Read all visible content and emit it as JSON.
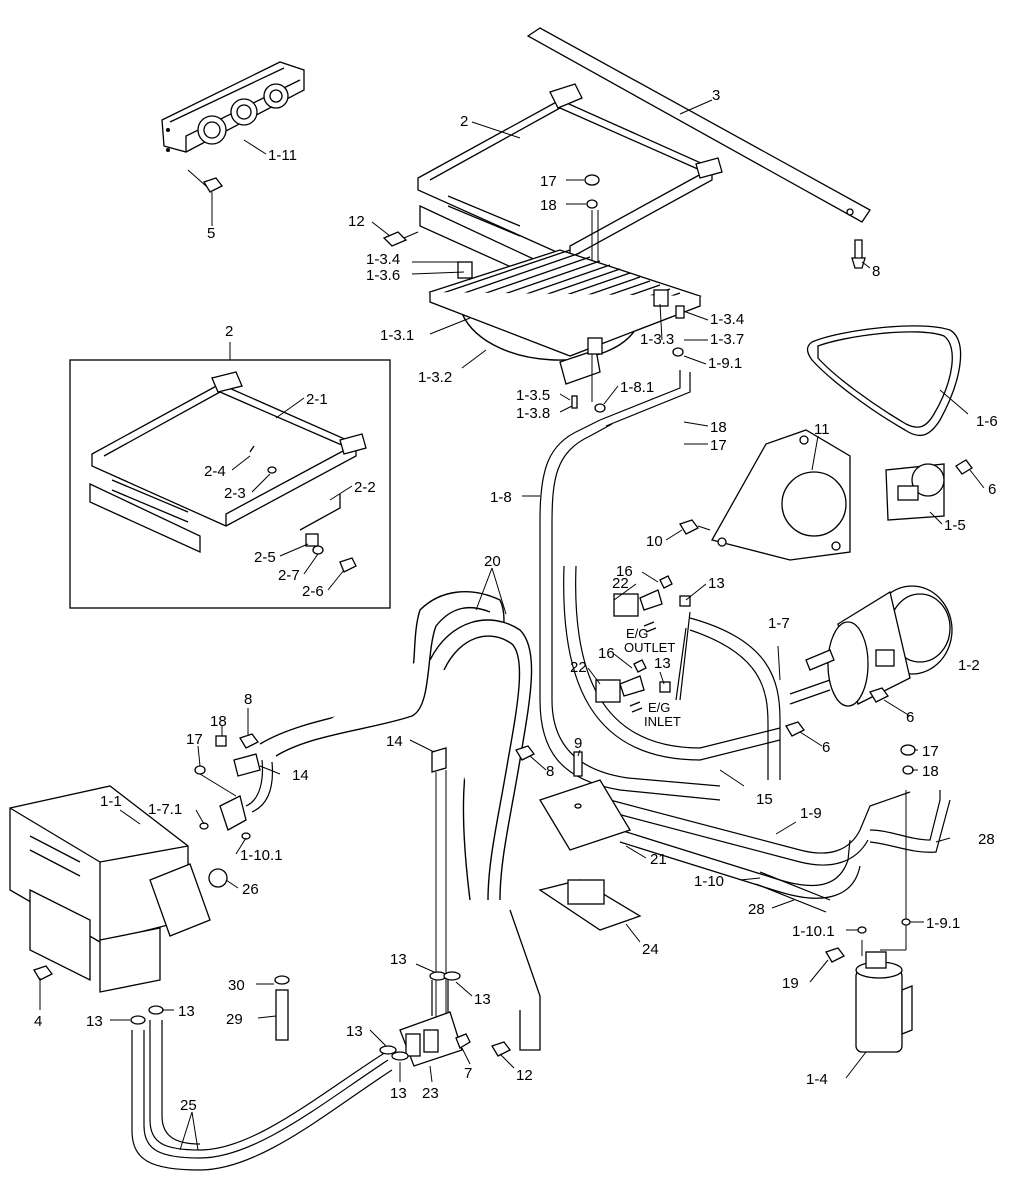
{
  "callouts": [
    {
      "id": "c-1-11",
      "text": "1-11"
    },
    {
      "id": "c-5",
      "text": "5"
    },
    {
      "id": "c-2-top",
      "text": "2"
    },
    {
      "id": "c-3",
      "text": "3"
    },
    {
      "id": "c-17-top",
      "text": "17"
    },
    {
      "id": "c-18-top",
      "text": "18"
    },
    {
      "id": "c-12-top",
      "text": "12"
    },
    {
      "id": "c-1-3-4-a",
      "text": "1-3.4"
    },
    {
      "id": "c-1-3-6",
      "text": "1-3.6"
    },
    {
      "id": "c-8-top",
      "text": "8"
    },
    {
      "id": "c-1-3-4-b",
      "text": "1-3.4"
    },
    {
      "id": "c-1-3-7",
      "text": "1-3.7"
    },
    {
      "id": "c-1-3-1",
      "text": "1-3.1"
    },
    {
      "id": "c-1-3-3",
      "text": "1-3.3"
    },
    {
      "id": "c-1-9-1-top",
      "text": "1-9.1"
    },
    {
      "id": "c-1-3-2",
      "text": "1-3.2"
    },
    {
      "id": "c-1-3-5",
      "text": "1-3.5"
    },
    {
      "id": "c-1-8-1",
      "text": "1-8.1"
    },
    {
      "id": "c-1-3-8",
      "text": "1-3.8"
    },
    {
      "id": "c-18-mid",
      "text": "18"
    },
    {
      "id": "c-17-mid",
      "text": "17"
    },
    {
      "id": "c-1-6",
      "text": "1-6"
    },
    {
      "id": "c-11",
      "text": "11"
    },
    {
      "id": "c-6-a",
      "text": "6"
    },
    {
      "id": "c-1-5",
      "text": "1-5"
    },
    {
      "id": "c-1-8",
      "text": "1-8"
    },
    {
      "id": "c-10",
      "text": "10"
    },
    {
      "id": "c-2-inset",
      "text": "2"
    },
    {
      "id": "c-2-1",
      "text": "2-1"
    },
    {
      "id": "c-2-4",
      "text": "2-4"
    },
    {
      "id": "c-2-3",
      "text": "2-3"
    },
    {
      "id": "c-2-2",
      "text": "2-2"
    },
    {
      "id": "c-2-5",
      "text": "2-5"
    },
    {
      "id": "c-2-7",
      "text": "2-7"
    },
    {
      "id": "c-2-6",
      "text": "2-6"
    },
    {
      "id": "c-20",
      "text": "20"
    },
    {
      "id": "c-22-a",
      "text": "22"
    },
    {
      "id": "c-16-a",
      "text": "16"
    },
    {
      "id": "c-13-a",
      "text": "13"
    },
    {
      "id": "c-eg-outlet-1",
      "text": "E/G"
    },
    {
      "id": "c-eg-outlet-2",
      "text": "OUTLET"
    },
    {
      "id": "c-1-7",
      "text": "1-7"
    },
    {
      "id": "c-16-b",
      "text": "16"
    },
    {
      "id": "c-13-b",
      "text": "13"
    },
    {
      "id": "c-22-b",
      "text": "22"
    },
    {
      "id": "c-eg-inlet-1",
      "text": "E/G"
    },
    {
      "id": "c-eg-inlet-2",
      "text": "INLET"
    },
    {
      "id": "c-1-2",
      "text": "1-2"
    },
    {
      "id": "c-6-b",
      "text": "6"
    },
    {
      "id": "c-6-c",
      "text": "6"
    },
    {
      "id": "c-8-mid",
      "text": "8"
    },
    {
      "id": "c-18-left",
      "text": "18"
    },
    {
      "id": "c-17-left",
      "text": "17"
    },
    {
      "id": "c-14-a",
      "text": "14"
    },
    {
      "id": "c-14-b",
      "text": "14"
    },
    {
      "id": "c-9",
      "text": "9"
    },
    {
      "id": "c-8-low",
      "text": "8"
    },
    {
      "id": "c-15",
      "text": "15"
    },
    {
      "id": "c-17-right",
      "text": "17"
    },
    {
      "id": "c-18-right",
      "text": "18"
    },
    {
      "id": "c-1-1",
      "text": "1-1"
    },
    {
      "id": "c-1-7-1",
      "text": "1-7.1"
    },
    {
      "id": "c-1-10-1-a",
      "text": "1-10.1"
    },
    {
      "id": "c-1-9",
      "text": "1-9"
    },
    {
      "id": "c-28-a",
      "text": "28"
    },
    {
      "id": "c-21",
      "text": "21"
    },
    {
      "id": "c-26",
      "text": "26"
    },
    {
      "id": "c-1-10",
      "text": "1-10"
    },
    {
      "id": "c-28-b",
      "text": "28"
    },
    {
      "id": "c-24",
      "text": "24"
    },
    {
      "id": "c-1-10-1-b",
      "text": "1-10.1"
    },
    {
      "id": "c-1-9-1-low",
      "text": "1-9.1"
    },
    {
      "id": "c-4",
      "text": "4"
    },
    {
      "id": "c-13-c",
      "text": "13"
    },
    {
      "id": "c-13-d",
      "text": "13"
    },
    {
      "id": "c-19",
      "text": "19"
    },
    {
      "id": "c-30",
      "text": "30"
    },
    {
      "id": "c-13-e",
      "text": "13"
    },
    {
      "id": "c-13-f",
      "text": "13"
    },
    {
      "id": "c-29",
      "text": "29"
    },
    {
      "id": "c-1-4",
      "text": "1-4"
    },
    {
      "id": "c-13-g",
      "text": "13"
    },
    {
      "id": "c-7",
      "text": "7"
    },
    {
      "id": "c-12-low",
      "text": "12"
    },
    {
      "id": "c-25",
      "text": "25"
    },
    {
      "id": "c-13-h",
      "text": "13"
    },
    {
      "id": "c-23",
      "text": "23"
    }
  ]
}
